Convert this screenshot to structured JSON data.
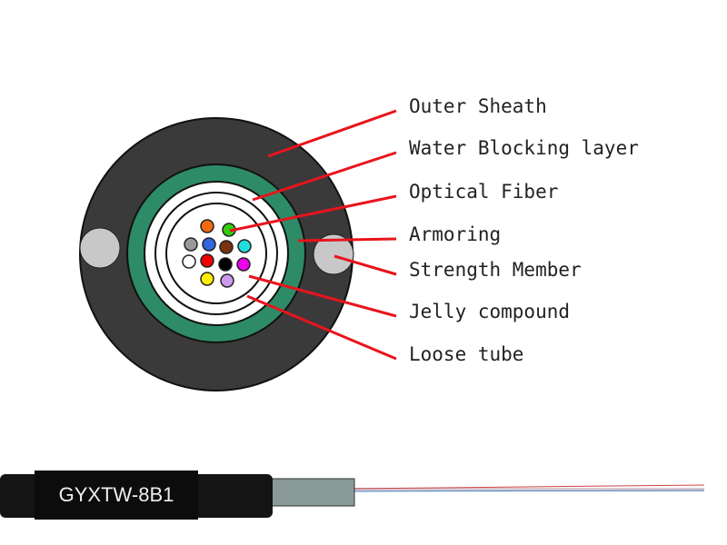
{
  "labels": [
    "Outer Sheath",
    "Water Blocking layer",
    "Optical Fiber",
    "Armoring",
    "Strength Member",
    "Jelly compound",
    "Loose tube"
  ],
  "cable_marking": "GYXTW-8B1",
  "colors": {
    "sheath": "#3a3a3a",
    "armor": "#2e8b67",
    "leader": "#e8141c",
    "strength_member": "#c8c8c8",
    "fibers": [
      "#f26a10",
      "#33cc11",
      "#999999",
      "#3366dd",
      "#7a3210",
      "#22dddd",
      "#ffffff",
      "#ee0000",
      "#000000",
      "#ee00ee",
      "#ffee00",
      "#cc99ee"
    ]
  }
}
